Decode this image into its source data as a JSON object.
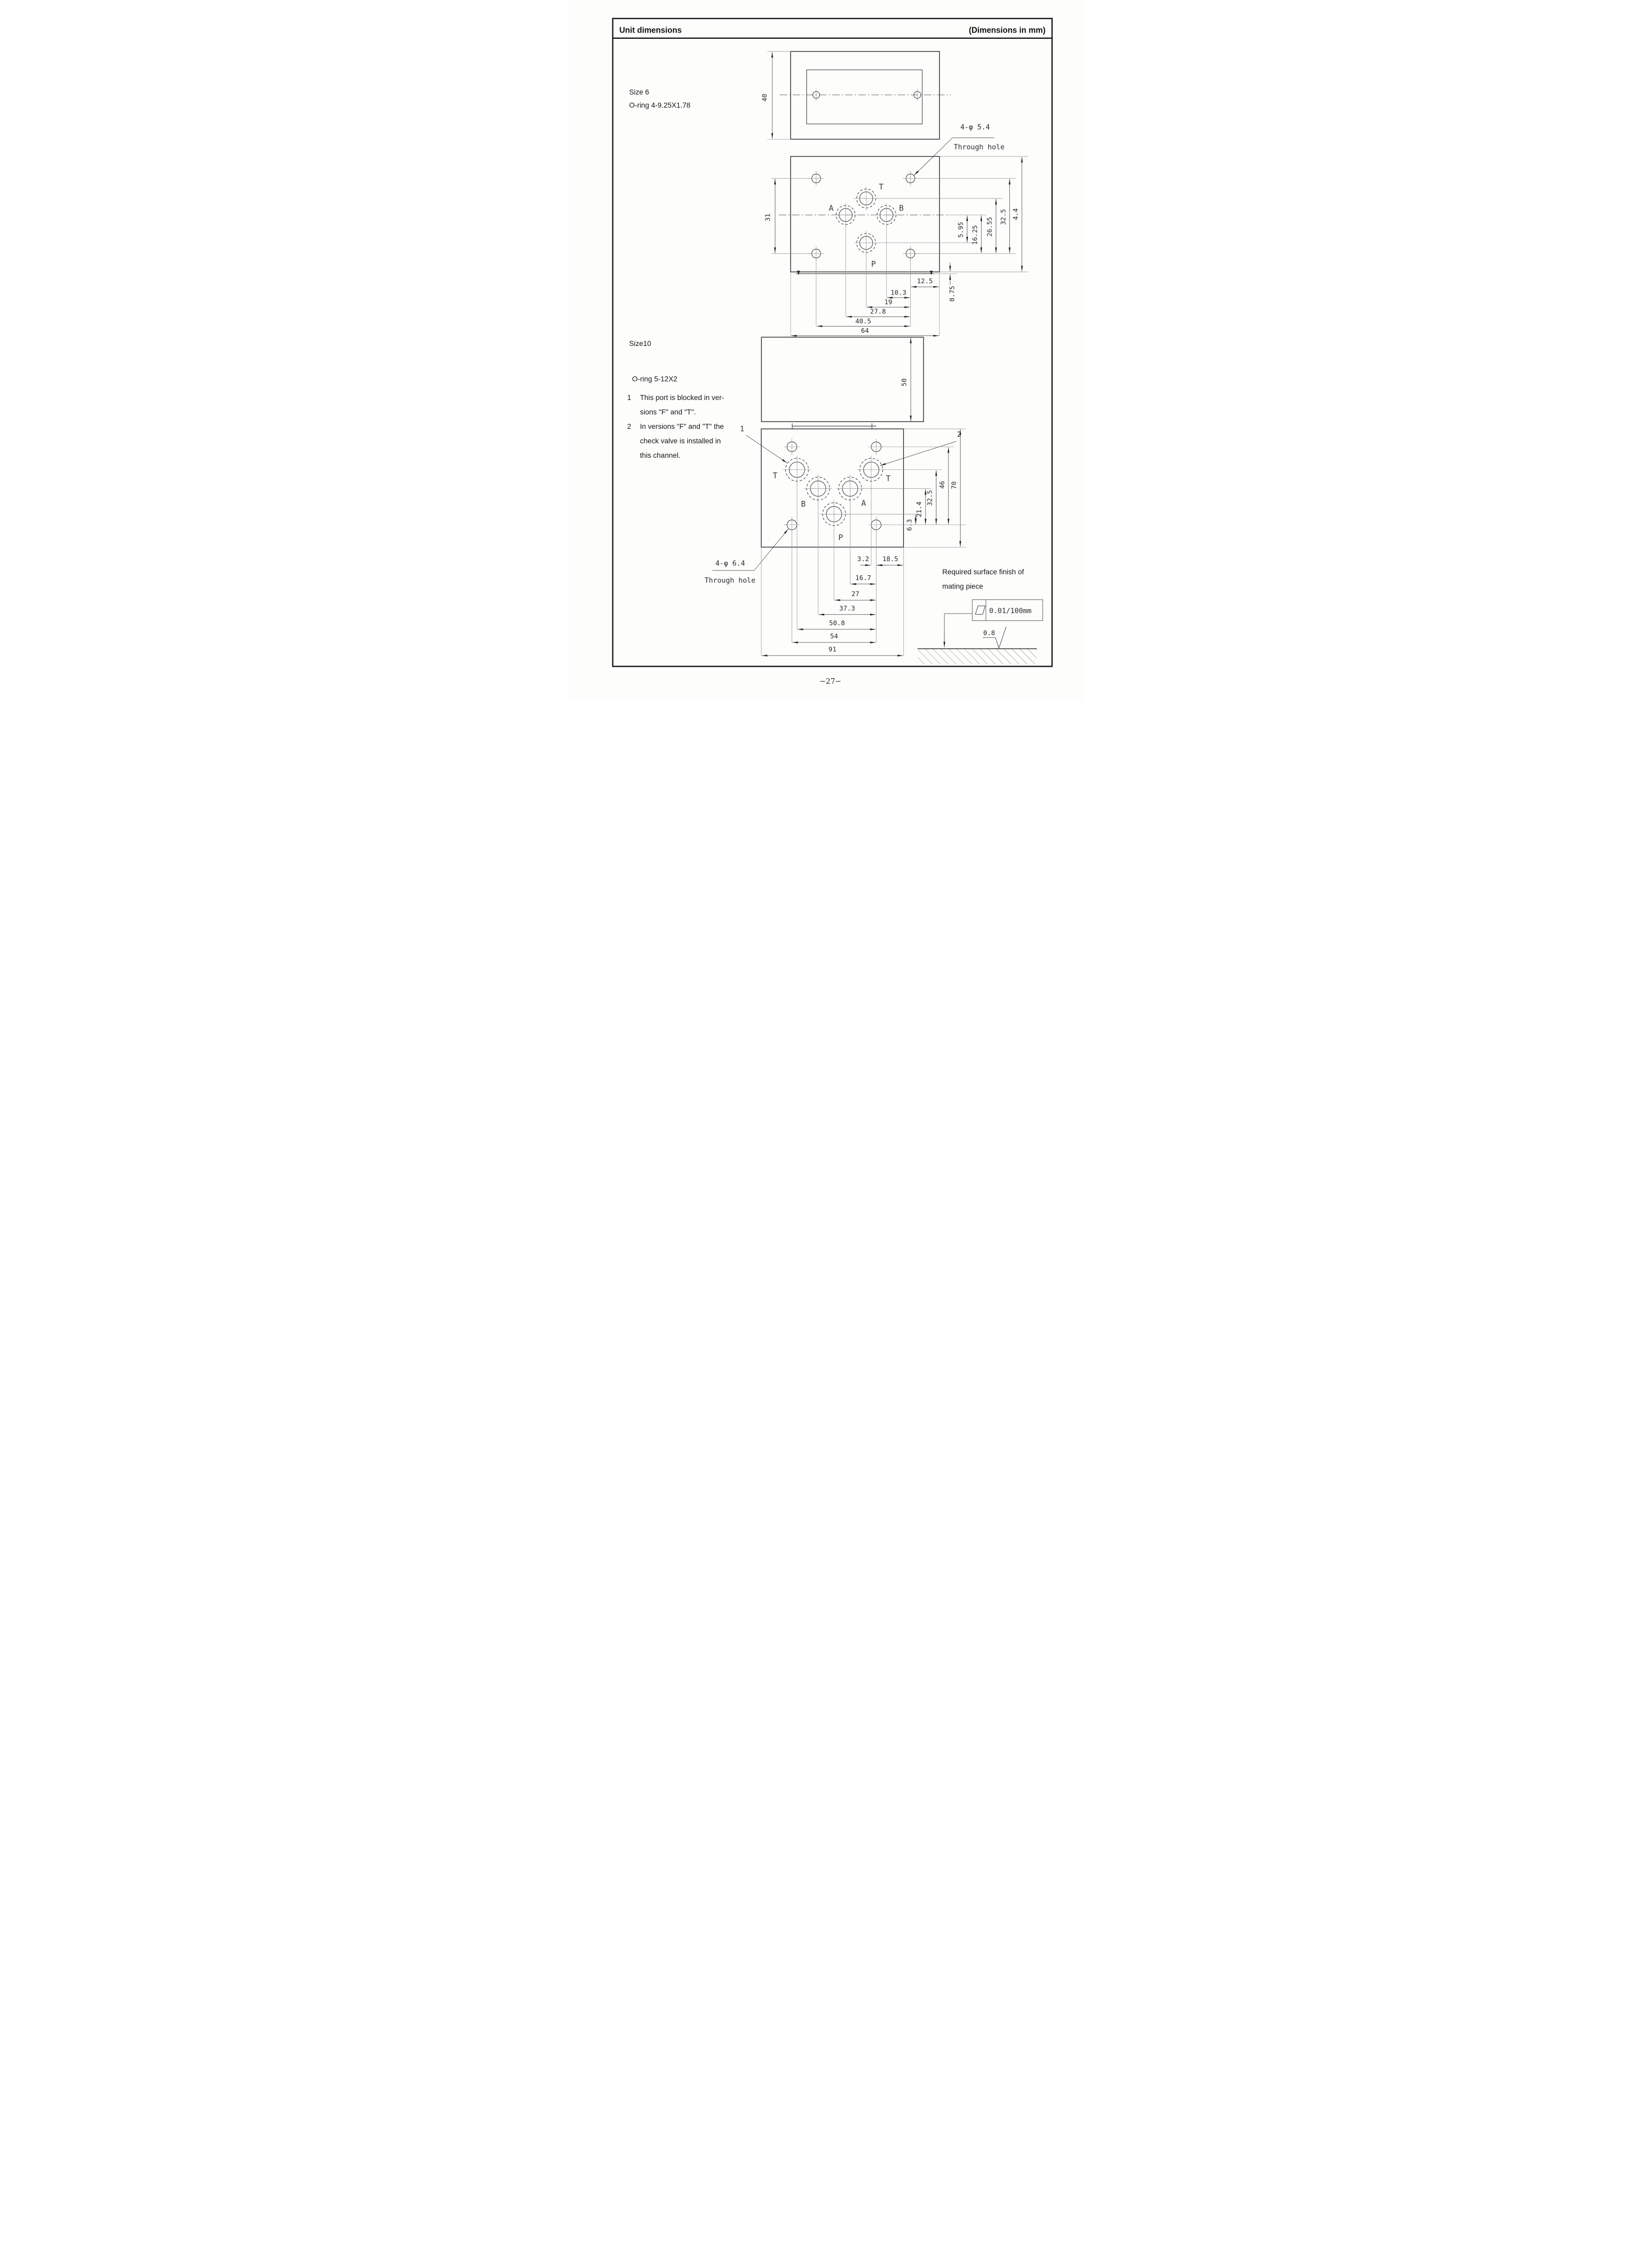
{
  "header": {
    "title": "Unit dimensions",
    "units_note": "(Dimensions in mm)"
  },
  "footer": {
    "page_number": "−27−"
  },
  "size6": {
    "label": "Size 6",
    "oring": "O-ring 4-9.25X1.78",
    "top_view": {
      "depth_dim": "40"
    },
    "face_view": {
      "row_dim": "31",
      "right_dims": {
        "d1": "5.95",
        "d2": "16.25",
        "d3": "26.55",
        "d4": "32.5",
        "d5": "4.4"
      },
      "offset_dim": "0.75",
      "corner_dim": "12.5",
      "bottom_dims": {
        "d1": "10.3",
        "d2": "19",
        "d3": "27.8",
        "d4": "40.5",
        "d5": "64"
      },
      "ports": {
        "a": "A",
        "b": "B",
        "p": "P",
        "t": "T"
      },
      "hole_callout": {
        "line1": "4-φ 5.4",
        "line2": "Through hole"
      }
    }
  },
  "size10": {
    "label": "Size10",
    "oring": "O-ring 5-12X2",
    "notes": [
      {
        "num": "1",
        "lines": [
          "This port is blocked in ver-",
          "sions \"F\" and    \"T\"."
        ]
      },
      {
        "num": "2",
        "lines": [
          "In versions \"F\" and \"T\" the",
          "check valve is installed in",
          "this channel."
        ]
      }
    ],
    "top_view": {
      "depth_dim": "50"
    },
    "face_view": {
      "callout1": "1",
      "callout2": "2",
      "right_dims": {
        "d1": "6.3",
        "d2": "21.4",
        "d3": "32.5",
        "d4": "46",
        "d5": "70"
      },
      "bottom_dims": {
        "d1": "3.2",
        "d2": "18.5",
        "d3": "16.7",
        "d4": "27",
        "d5": "37.3",
        "d6": "50.8",
        "d7": "54",
        "d8": "91"
      },
      "ports": {
        "t_left": "T",
        "t_right": "T",
        "b": "B",
        "a": "A",
        "p": "P"
      },
      "hole_callout": {
        "line1": "4-φ 6.4",
        "line2": "Through hole"
      }
    }
  },
  "surface_finish": {
    "title_line1": "Required surface finish of",
    "title_line2": "mating piece",
    "flatness": "0.01/100mm",
    "roughness": "0.8"
  }
}
